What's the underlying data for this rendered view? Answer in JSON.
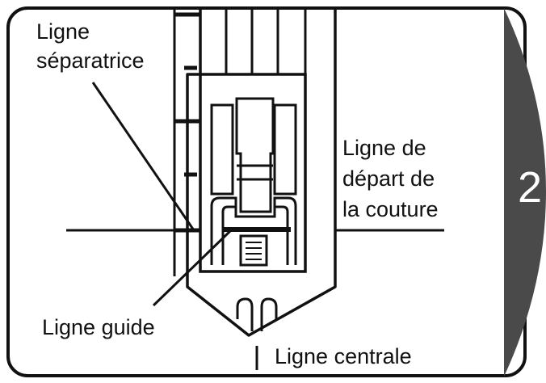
{
  "labels": {
    "separator_line": [
      "Ligne",
      "séparatrice"
    ],
    "start_line": [
      "Ligne de",
      "départ de",
      "la couture"
    ],
    "guide_line": "Ligne guide",
    "center_line": "Ligne centrale"
  },
  "tab": {
    "number": "2",
    "color": "#4a4a4a"
  },
  "colors": {
    "stroke": "#111111",
    "background": "#ffffff"
  }
}
